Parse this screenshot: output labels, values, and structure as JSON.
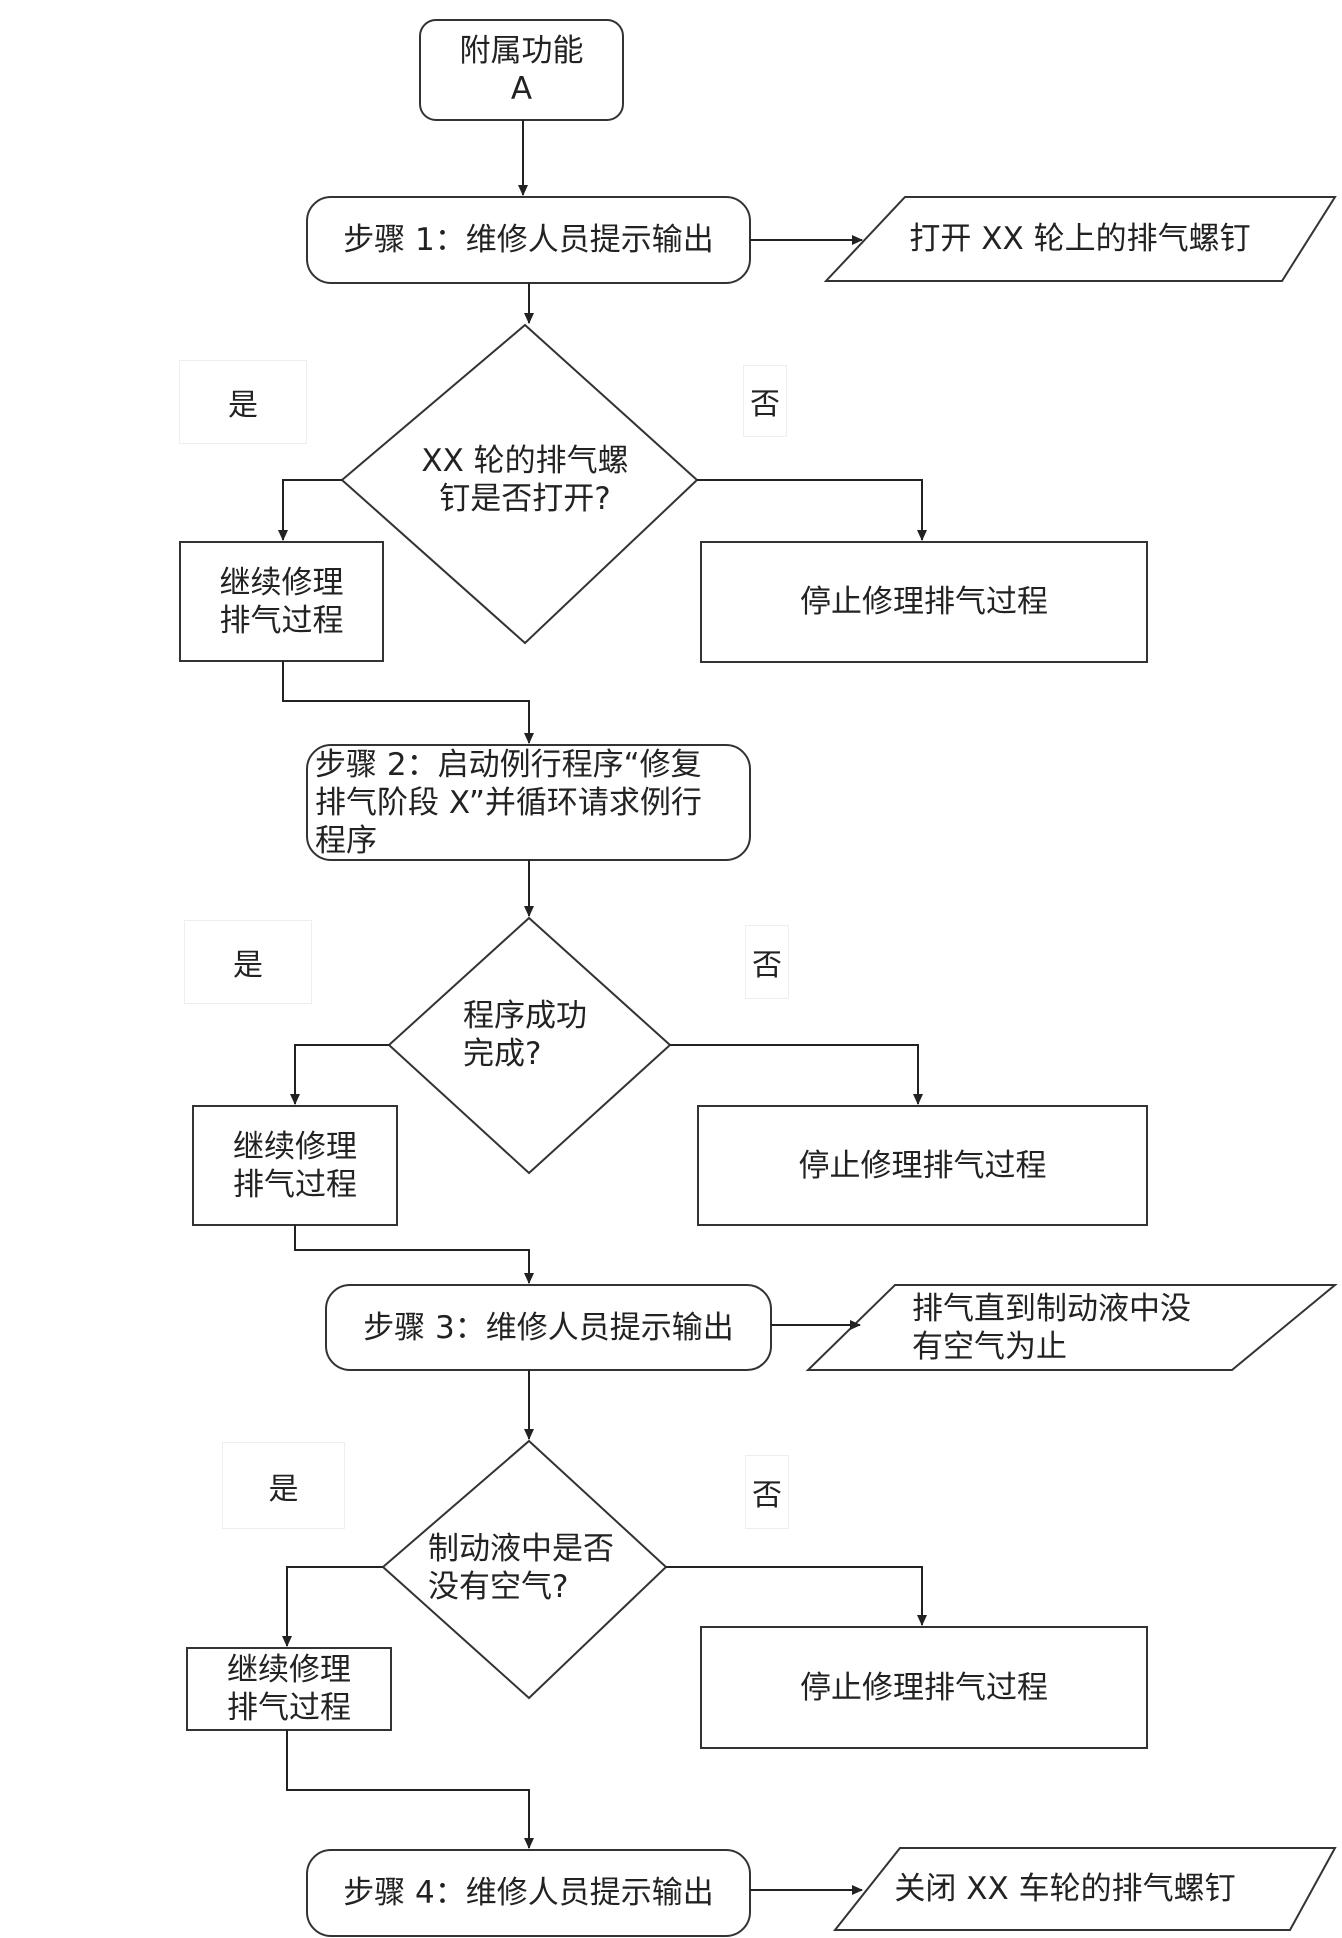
{
  "start": "附属功能\nA",
  "step1": "步骤 1：维修人员提示输出",
  "output1": "打开 XX 轮上的排气螺钉",
  "decision1": "XX 轮的排气螺\n钉是否打开?",
  "step2": "步骤 2：启动例行程序“修复\n排气阶段 X”并循环请求例行\n程序",
  "decision2": "程序成功\n完成?",
  "step3": "步骤 3：维修人员提示输出",
  "output3": "排气直到制动液中没\n有空气为止",
  "decision3": "制动液中是否\n没有空气?",
  "step4": "步骤 4：维修人员提示输出",
  "output4": "关闭 XX 车轮的排气螺钉",
  "continue_label": "继续修理\n排气过程",
  "stop_label": "停止修理排气过程",
  "yes_label": "是",
  "no_label": "否"
}
